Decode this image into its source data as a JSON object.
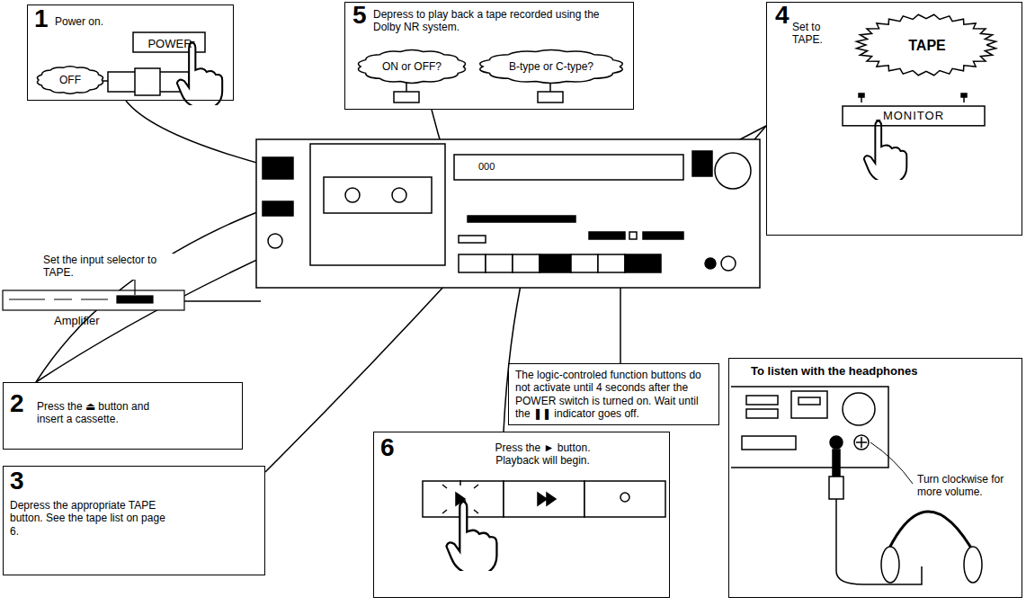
{
  "diagram": {
    "nodes": [
      {
        "text": [
          "1",
          "Power on."
        ]
      },
      {
        "text": [
          "POWER"
        ],
        "in": 0
      },
      {
        "text": [
          "OFF"
        ],
        "in": 0
      },
      {
        "text": [
          "5",
          "Depress to play back a tape recorded using the Dolby NR system."
        ]
      },
      {
        "text": [
          "ON or OFF?"
        ],
        "in": 3
      },
      {
        "text": [
          "B-type or C-type?"
        ],
        "in": 3
      },
      {
        "text": [
          "4",
          "Set to TAPE."
        ]
      },
      {
        "text": [
          "TAPE"
        ],
        "in": 6
      },
      {
        "text": [
          "MONITOR"
        ],
        "in": 6
      },
      {
        "text": [
          "2",
          "Press the ⏏ button and insert a cassette."
        ]
      },
      {
        "text": [
          "3",
          "Depress the appropriate TAPE button. See the tape list on page 6."
        ]
      },
      {
        "text": [
          "The logic-controled function buttons do not activate until 4 seconds after the POWER switch is turned on. Wait until the ❚❚ indicator goes off."
        ]
      },
      {
        "text": [
          "6",
          "Press the ► button. Playback will begin."
        ]
      },
      {
        "text": [
          "To listen with the headphones"
        ]
      }
    ],
    "labels": [
      "Set the input selector to TAPE.",
      "Amplifier",
      "000",
      "Turn clockwise for more volume."
    ]
  }
}
